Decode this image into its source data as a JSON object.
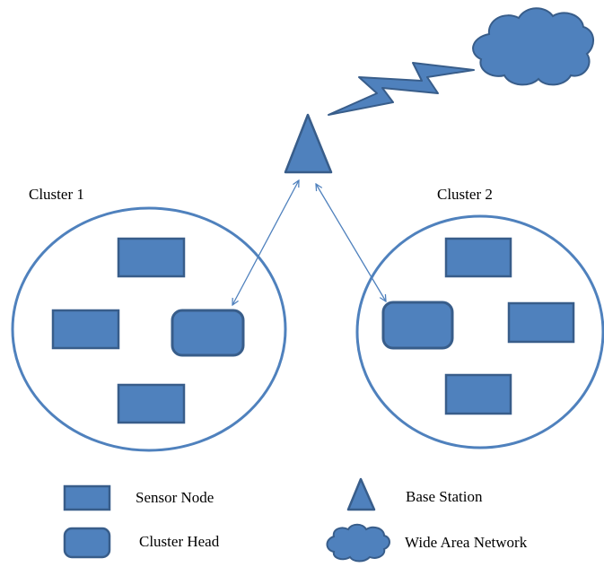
{
  "clusters": [
    {
      "label": "Cluster 1"
    },
    {
      "label": "Cluster 2"
    }
  ],
  "legend": {
    "sensor_node": "Sensor Node",
    "cluster_head": "Cluster Head",
    "base_station": "Base Station",
    "wan": "Wide Area Network"
  },
  "colors": {
    "fill": "#4F81BD",
    "stroke": "#385D8A",
    "circle_stroke": "#4F81BD",
    "background": "#ffffff"
  },
  "icons": {
    "sensor_node": "rectangle-icon",
    "cluster_head": "rounded-rectangle-icon",
    "base_station": "triangle-icon",
    "wan": "cloud-icon",
    "link": "lightning-bolt-icon"
  }
}
